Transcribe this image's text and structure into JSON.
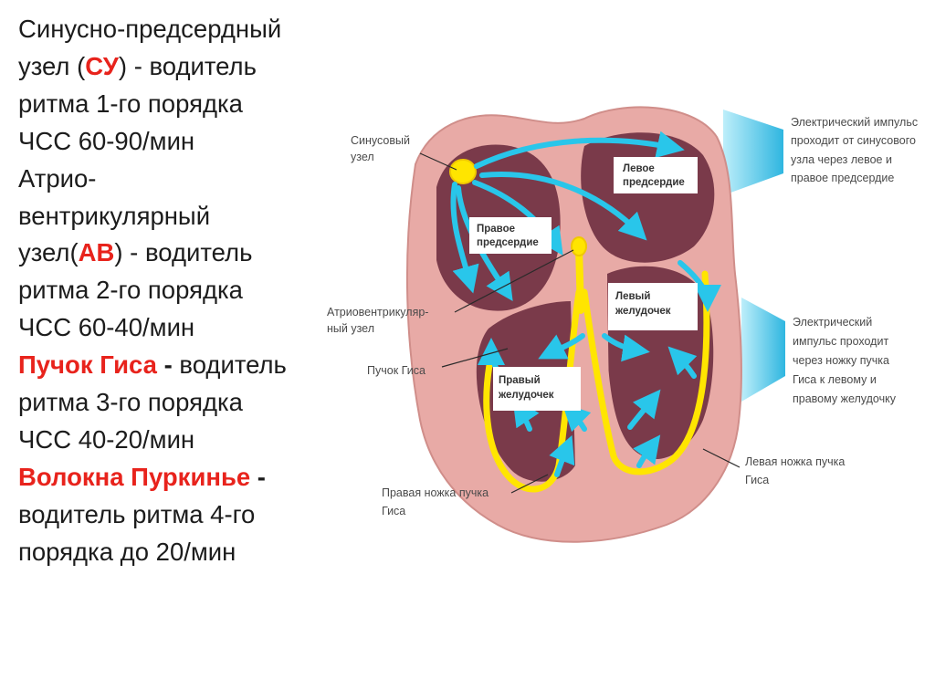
{
  "text_block": {
    "l1": "Синусно-предсердный",
    "l2_pre": "узел (",
    "l2_red": "СУ",
    "l2_post": ") - водитель",
    "l3": "ритма 1-го порядка",
    "l4": "ЧСС 60-90/мин",
    "l5": "Атрио-",
    "l6": "вентрикулярный",
    "l7_pre": "узел(",
    "l7_red": "АВ",
    "l7_post": ") - водитель",
    "l8": "ритма 2-го порядка",
    "l9": "ЧСС 60-40/мин",
    "l10_red": "Пучок Гиса",
    "l10_bold": " - ",
    "l10_post": "водитель",
    "l11": "ритма 3-го порядка",
    "l12": "ЧСС 40-20/мин",
    "l13_red": "Волокна Пуркинье",
    "l13_bold": " -",
    "l14": "водитель ритма 4-го",
    "l15": "порядка до 20/мин"
  },
  "diagram": {
    "sinus_node_label": [
      "Синусовый",
      "узел"
    ],
    "av_node_label": [
      "Атриовентрикуляр-",
      "ный узел"
    ],
    "his_bundle_label": "Пучок Гиса",
    "right_branch_label": [
      "Правая ножка пучка",
      "Гиса"
    ],
    "left_branch_label": [
      "Левая ножка пучка",
      "Гиса"
    ],
    "right_atrium_box": [
      "Правое",
      "предсердие"
    ],
    "left_atrium_box": [
      "Левое",
      "предсердие"
    ],
    "left_ventricle_box": [
      "Левый",
      "желудочек"
    ],
    "right_ventricle_box": [
      "Правый",
      "желудочек"
    ],
    "impulse_atria_note": [
      "Электрический импульс",
      "проходит от синусового",
      "узла через левое и",
      "правое предсердие"
    ],
    "impulse_ventricles_note": [
      "Электрический",
      "импульс проходит",
      "через ножку пучка",
      "Гиса к левому и",
      "правому желудочку"
    ]
  },
  "colors": {
    "accent_red": "#e8231c",
    "text": "#1c1c1c",
    "heart_wall": "#e8aaa6",
    "chamber": "#7a3a4a",
    "conduction_yellow": "#ffe500",
    "impulse_arrow": "#29c6ea"
  }
}
